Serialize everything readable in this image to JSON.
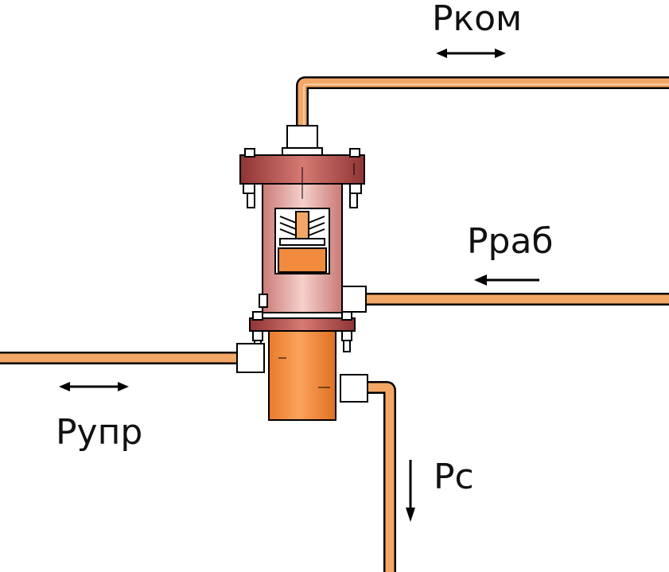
{
  "labels": {
    "p_kom": "Pком",
    "p_rab": "Pраб",
    "p_upr": "Pупр",
    "p_c": "Pс"
  },
  "colors": {
    "pipe": "#f2a766",
    "pipe_highlight": "#f8cba0",
    "outline": "#000000",
    "body": "#e8a39f",
    "flange": "#b04a4a",
    "lower_body": "#f08a3c",
    "nut": "#ffffff"
  }
}
